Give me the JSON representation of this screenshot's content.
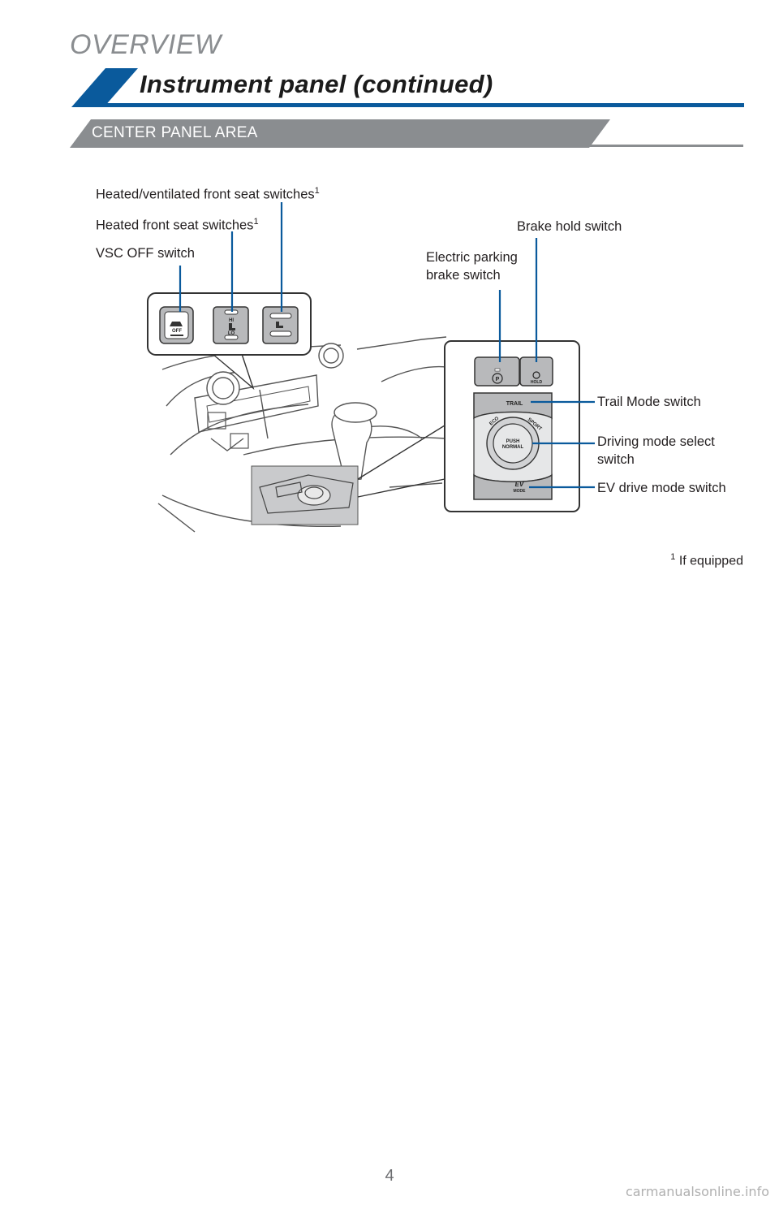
{
  "header": {
    "section": "OVERVIEW",
    "title": "Instrument panel (continued)",
    "subsection": "CENTER PANEL AREA"
  },
  "callouts": {
    "heated_ventilated": "Heated/ventilated front seat switches",
    "heated_front": "Heated front seat switches",
    "vsc_off": "VSC OFF switch",
    "brake_hold": "Brake hold switch",
    "epb_line1": "Electric parking",
    "epb_line2": "brake switch",
    "trail_mode": "Trail Mode switch",
    "drive_mode_line1": "Driving mode select",
    "drive_mode_line2": "switch",
    "ev_mode": "EV drive mode switch",
    "footnote_mark": "1"
  },
  "switch_labels": {
    "vsc": "OFF",
    "hi": "HI",
    "lo": "LO",
    "hold": "HOLD",
    "trail": "TRAIL",
    "eco": "ECO",
    "sport": "SPORT",
    "push": "PUSH",
    "normal": "NORMAL",
    "ev": "EV",
    "mode": "MODE",
    "p": "P"
  },
  "footnote": {
    "mark": "1",
    "text": "If equipped"
  },
  "page_number": "4",
  "watermark": "carmanualsonline.info",
  "colors": {
    "accent_blue": "#0a5a9c",
    "dark_blue": "#1d3f73",
    "gray_band": "#8a8d90",
    "callout_line": "#0a5a9c"
  }
}
